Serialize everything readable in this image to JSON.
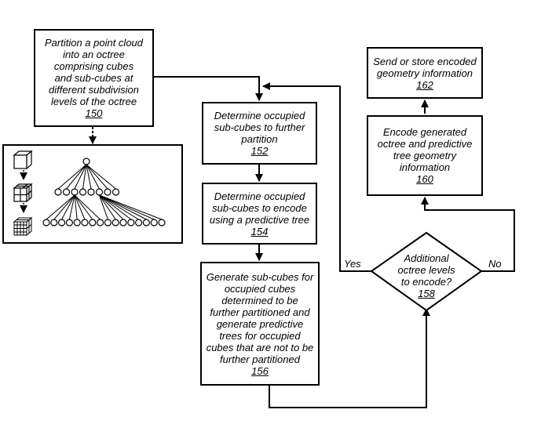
{
  "nodes": {
    "n150": {
      "text": "Partition a point cloud\ninto an octree\ncomprising cubes\nand sub-cubes at\ndifferent subdivision\nlevels of the octree",
      "ref": "150"
    },
    "n152": {
      "text": "Determine occupied\nsub-cubes to further\npartition",
      "ref": "152"
    },
    "n154": {
      "text": "Determine occupied\nsub-cubes to encode\nusing a predictive tree",
      "ref": "154"
    },
    "n156": {
      "text": "Generate sub-cubes for\noccupied cubes\ndetermined to be\nfurther partitioned and\ngenerate predictive\ntrees for occupied\ncubes that are not to be\nfurther partitioned",
      "ref": "156"
    },
    "n158": {
      "text": "Additional\noctree levels\nto encode?",
      "ref": "158"
    },
    "n160": {
      "text": "Encode generated\noctree and predictive\ntree geometry\ninformation",
      "ref": "160"
    },
    "n162": {
      "text": "Send or store encoded\ngeometry information",
      "ref": "162"
    }
  },
  "edge_labels": {
    "yes": "Yes",
    "no": "No"
  }
}
